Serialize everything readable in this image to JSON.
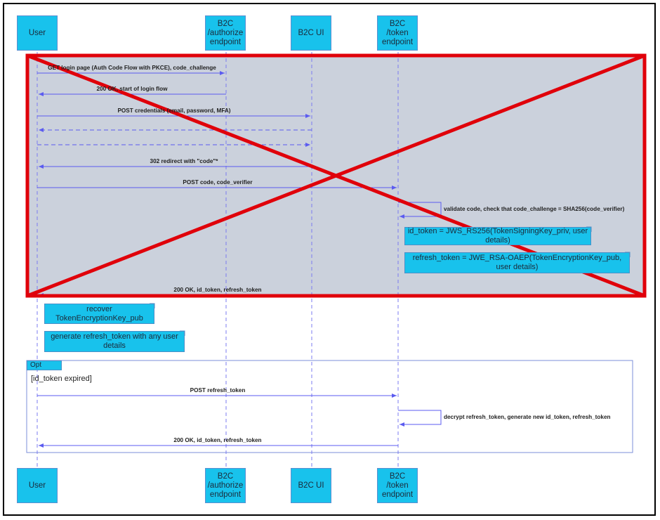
{
  "actors": [
    {
      "id": "user",
      "label": "User"
    },
    {
      "id": "authorize",
      "label": "B2C\n/authorize\nendpoint"
    },
    {
      "id": "ui",
      "label": "B2C UI"
    },
    {
      "id": "token",
      "label": "B2C\n/token\nendpoint"
    }
  ],
  "messages": [
    {
      "label": "GET login page (Auth Code Flow with PKCE), code_challenge"
    },
    {
      "label": "200 OK, start of login flow"
    },
    {
      "label": "POST credentials (email, password, MFA)"
    },
    {
      "label": ""
    },
    {
      "label": ""
    },
    {
      "label": "302 redirect with \"code\"*"
    },
    {
      "label": "POST code, code_verifier"
    },
    {
      "label": "validate code, check that code_challenge = SHA256(code_verifier)"
    },
    {
      "label": "200 OK, id_token, refresh_token"
    },
    {
      "label": "POST refresh_token"
    },
    {
      "label": "decrypt refresh_token, generate new id_token, refresh_token"
    },
    {
      "label": "200 OK, id_token, refresh_token"
    }
  ],
  "notes": [
    {
      "text": "id_token = JWS_RS256(TokenSigningKey_priv, user\ndetails)"
    },
    {
      "text": "refresh_token = JWE_RSA-OAEP(TokenEncryptionKey_pub,\nuser details)"
    },
    {
      "text": "recover\nTokenEncryptionKey_pub"
    },
    {
      "text": "generate refresh_token with any user\ndetails"
    }
  ],
  "fragment": {
    "type": "Opt",
    "condition": "[id_token expired]"
  },
  "colors": {
    "actor_fill": "#18c2ec",
    "line": "#5b5bf0",
    "cross": "#e0000a",
    "shade": "#cbd1dc"
  }
}
